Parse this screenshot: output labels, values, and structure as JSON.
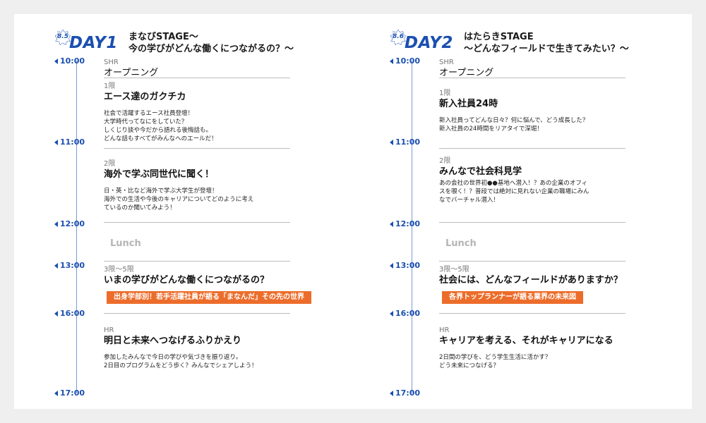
{
  "days": [
    {
      "date": "8.5",
      "label": "DAY1",
      "stage_line1": "まなびSTAGE〜",
      "stage_line2": "今の学びがどんな働くにつながるの？〜",
      "times": [
        "10:00",
        "11:00",
        "12:00",
        "13:00",
        "16:00",
        "17:00"
      ],
      "sessions": [
        {
          "period": "SHR",
          "title": "オープニング",
          "desc": []
        },
        {
          "period": "1限",
          "title": "エース達のガクチカ",
          "desc": [
            "社会で活躍するエース社員登壇！",
            "大学時代ってなにをしていた？",
            "しくじり談や今だから語れる後悔話も。",
            "どんな話もすべてがみんなへのエールだ！"
          ]
        },
        {
          "period": "2限",
          "title": "海外で学ぶ同世代に聞く！",
          "desc": [
            "日・英・比など海外で学ぶ大学生が登壇！",
            "海外での生活や今後のキャリアについてどのように考え",
            "ているのか聞いてみよう！"
          ]
        },
        {
          "period": "3限〜5限",
          "title": "いまの学びがどんな働くにつながるの？",
          "desc": []
        },
        {
          "period": "HR",
          "title": "明日と未来へつなげるふりかえり",
          "desc": [
            "参加したみんなで今日の学びや気づきを振り返り。",
            "2日目のプログラムをどう歩く？みんなでシェアしよう！"
          ]
        }
      ],
      "lunch": "Lunch",
      "banner": "出身学部別！若手活躍社員が語る「まなんだ」その先の世界"
    },
    {
      "date": "8.6",
      "label": "DAY2",
      "stage_line1": "はたらきSTAGE",
      "stage_line2": "〜どんなフィールドで生きてみたい？〜",
      "times": [
        "10:00",
        "11:00",
        "12:00",
        "13:00",
        "16:00",
        "17:00"
      ],
      "sessions": [
        {
          "period": "SHR",
          "title": "オープニング",
          "desc": []
        },
        {
          "period": "1限",
          "title": "新入社員24時",
          "desc": [
            "新入社員ってどんな日々？何に悩んで、どう成長した？",
            "新入社員の24時間をリアタイで深堀！"
          ]
        },
        {
          "period": "2限",
          "title": "みんなで社会科見学",
          "desc": [
            "あの会社の世界初●●基地へ潜入！？あの企業のオフィ",
            "スを覗く！？普段では絶対に見れない企業の職場にみん",
            "なでバーチャル潜入！"
          ]
        },
        {
          "period": "3限〜5限",
          "title": "社会には、どんなフィールドがありますか？",
          "desc": []
        },
        {
          "period": "HR",
          "title": "キャリアを考える、それがキャリアになる",
          "desc": [
            "2日間の学びを、どう学生生活に活かす？",
            "どう未来につなげる？"
          ]
        }
      ],
      "lunch": "Lunch",
      "banner": "各界トップランナーが語る業界の未来図"
    }
  ],
  "colors": {
    "accent": "#1b4fb0",
    "banner": "#ec6d2b",
    "timeline": "#7b9ad6"
  }
}
